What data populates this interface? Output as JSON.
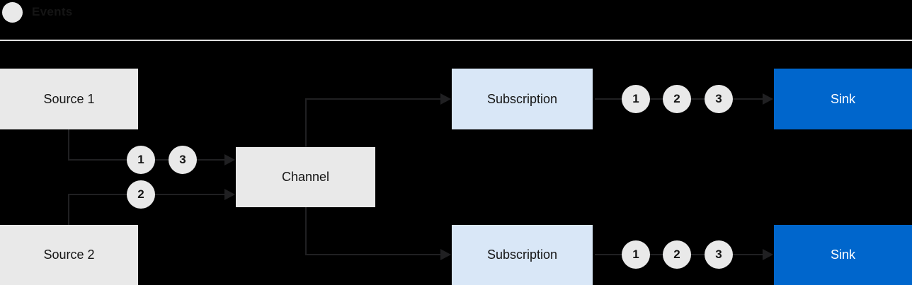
{
  "legend": {
    "label": "Events"
  },
  "nodes": {
    "source1": "Source 1",
    "source2": "Source 2",
    "channel": "Channel",
    "subscription1": "Subscription",
    "subscription2": "Subscription",
    "sink1": "Sink",
    "sink2": "Sink"
  },
  "events": {
    "source1_to_channel": [
      "1",
      "3"
    ],
    "source2_to_channel": [
      "2"
    ],
    "subscription1_to_sink": [
      "1",
      "2",
      "3"
    ],
    "subscription2_to_sink": [
      "1",
      "2",
      "3"
    ]
  },
  "colors": {
    "bg": "#000000",
    "node-gray": "#e9e9e9",
    "node-lightblue": "#d9e7f7",
    "node-blue": "#0066cc",
    "line": "#202022",
    "separator": "#e0e0e0",
    "text-dark": "#151515",
    "text-light": "#ffffff"
  }
}
